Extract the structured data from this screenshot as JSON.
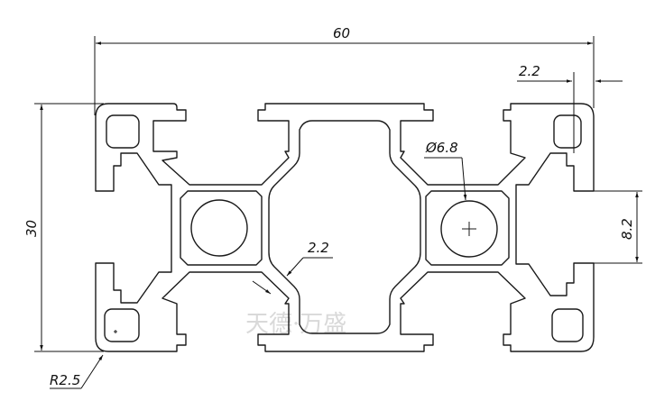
{
  "drawing": {
    "dimensions": {
      "overall_width": "60",
      "overall_height": "30",
      "slot_width": "2.2",
      "slot_depth": "8.2",
      "hole_diameter": "Ø6.8",
      "web_thickness": "2.2",
      "corner_radius": "R2.5"
    },
    "watermark": "天德·万盛",
    "colors": {
      "outline": "#1a1a1a",
      "background": "#ffffff",
      "watermark": "#d9d9d9"
    }
  }
}
